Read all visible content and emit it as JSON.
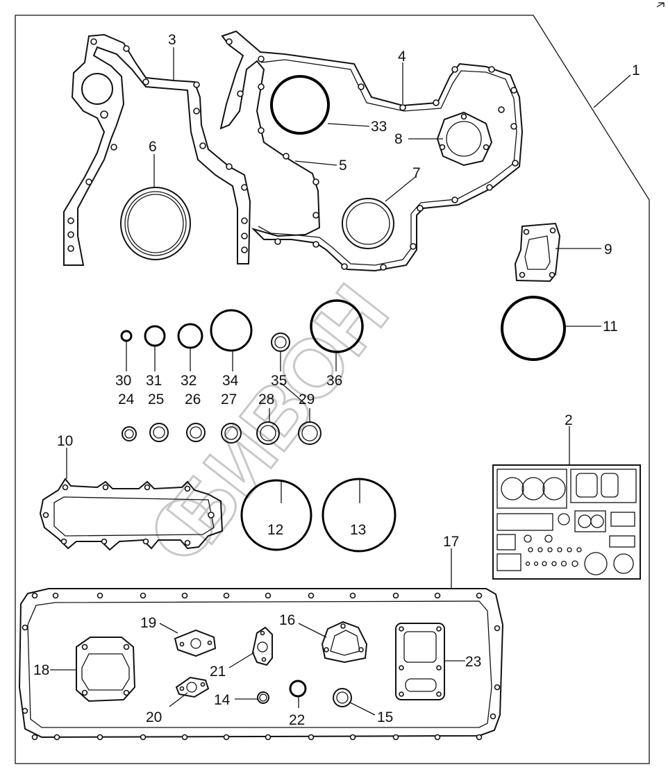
{
  "diagram": {
    "watermark": "БИВОН",
    "labels": {
      "p1": "1",
      "p2": "2",
      "p3": "3",
      "p4": "4",
      "p5": "5",
      "p6": "6",
      "p7": "7",
      "p8": "8",
      "p9": "9",
      "p10": "10",
      "p11": "11",
      "p12": "12",
      "p13": "13",
      "p14": "14",
      "p15": "15",
      "p16": "16",
      "p17": "17",
      "p18": "18",
      "p19": "19",
      "p20": "20",
      "p21": "21",
      "p22": "22",
      "p23": "23",
      "p24": "24",
      "p25": "25",
      "p26": "26",
      "p27": "27",
      "p28": "28",
      "p29": "29",
      "p30": "30",
      "p31": "31",
      "p32": "32",
      "p33": "33",
      "p34": "34",
      "p35": "35",
      "p36": "36"
    }
  }
}
